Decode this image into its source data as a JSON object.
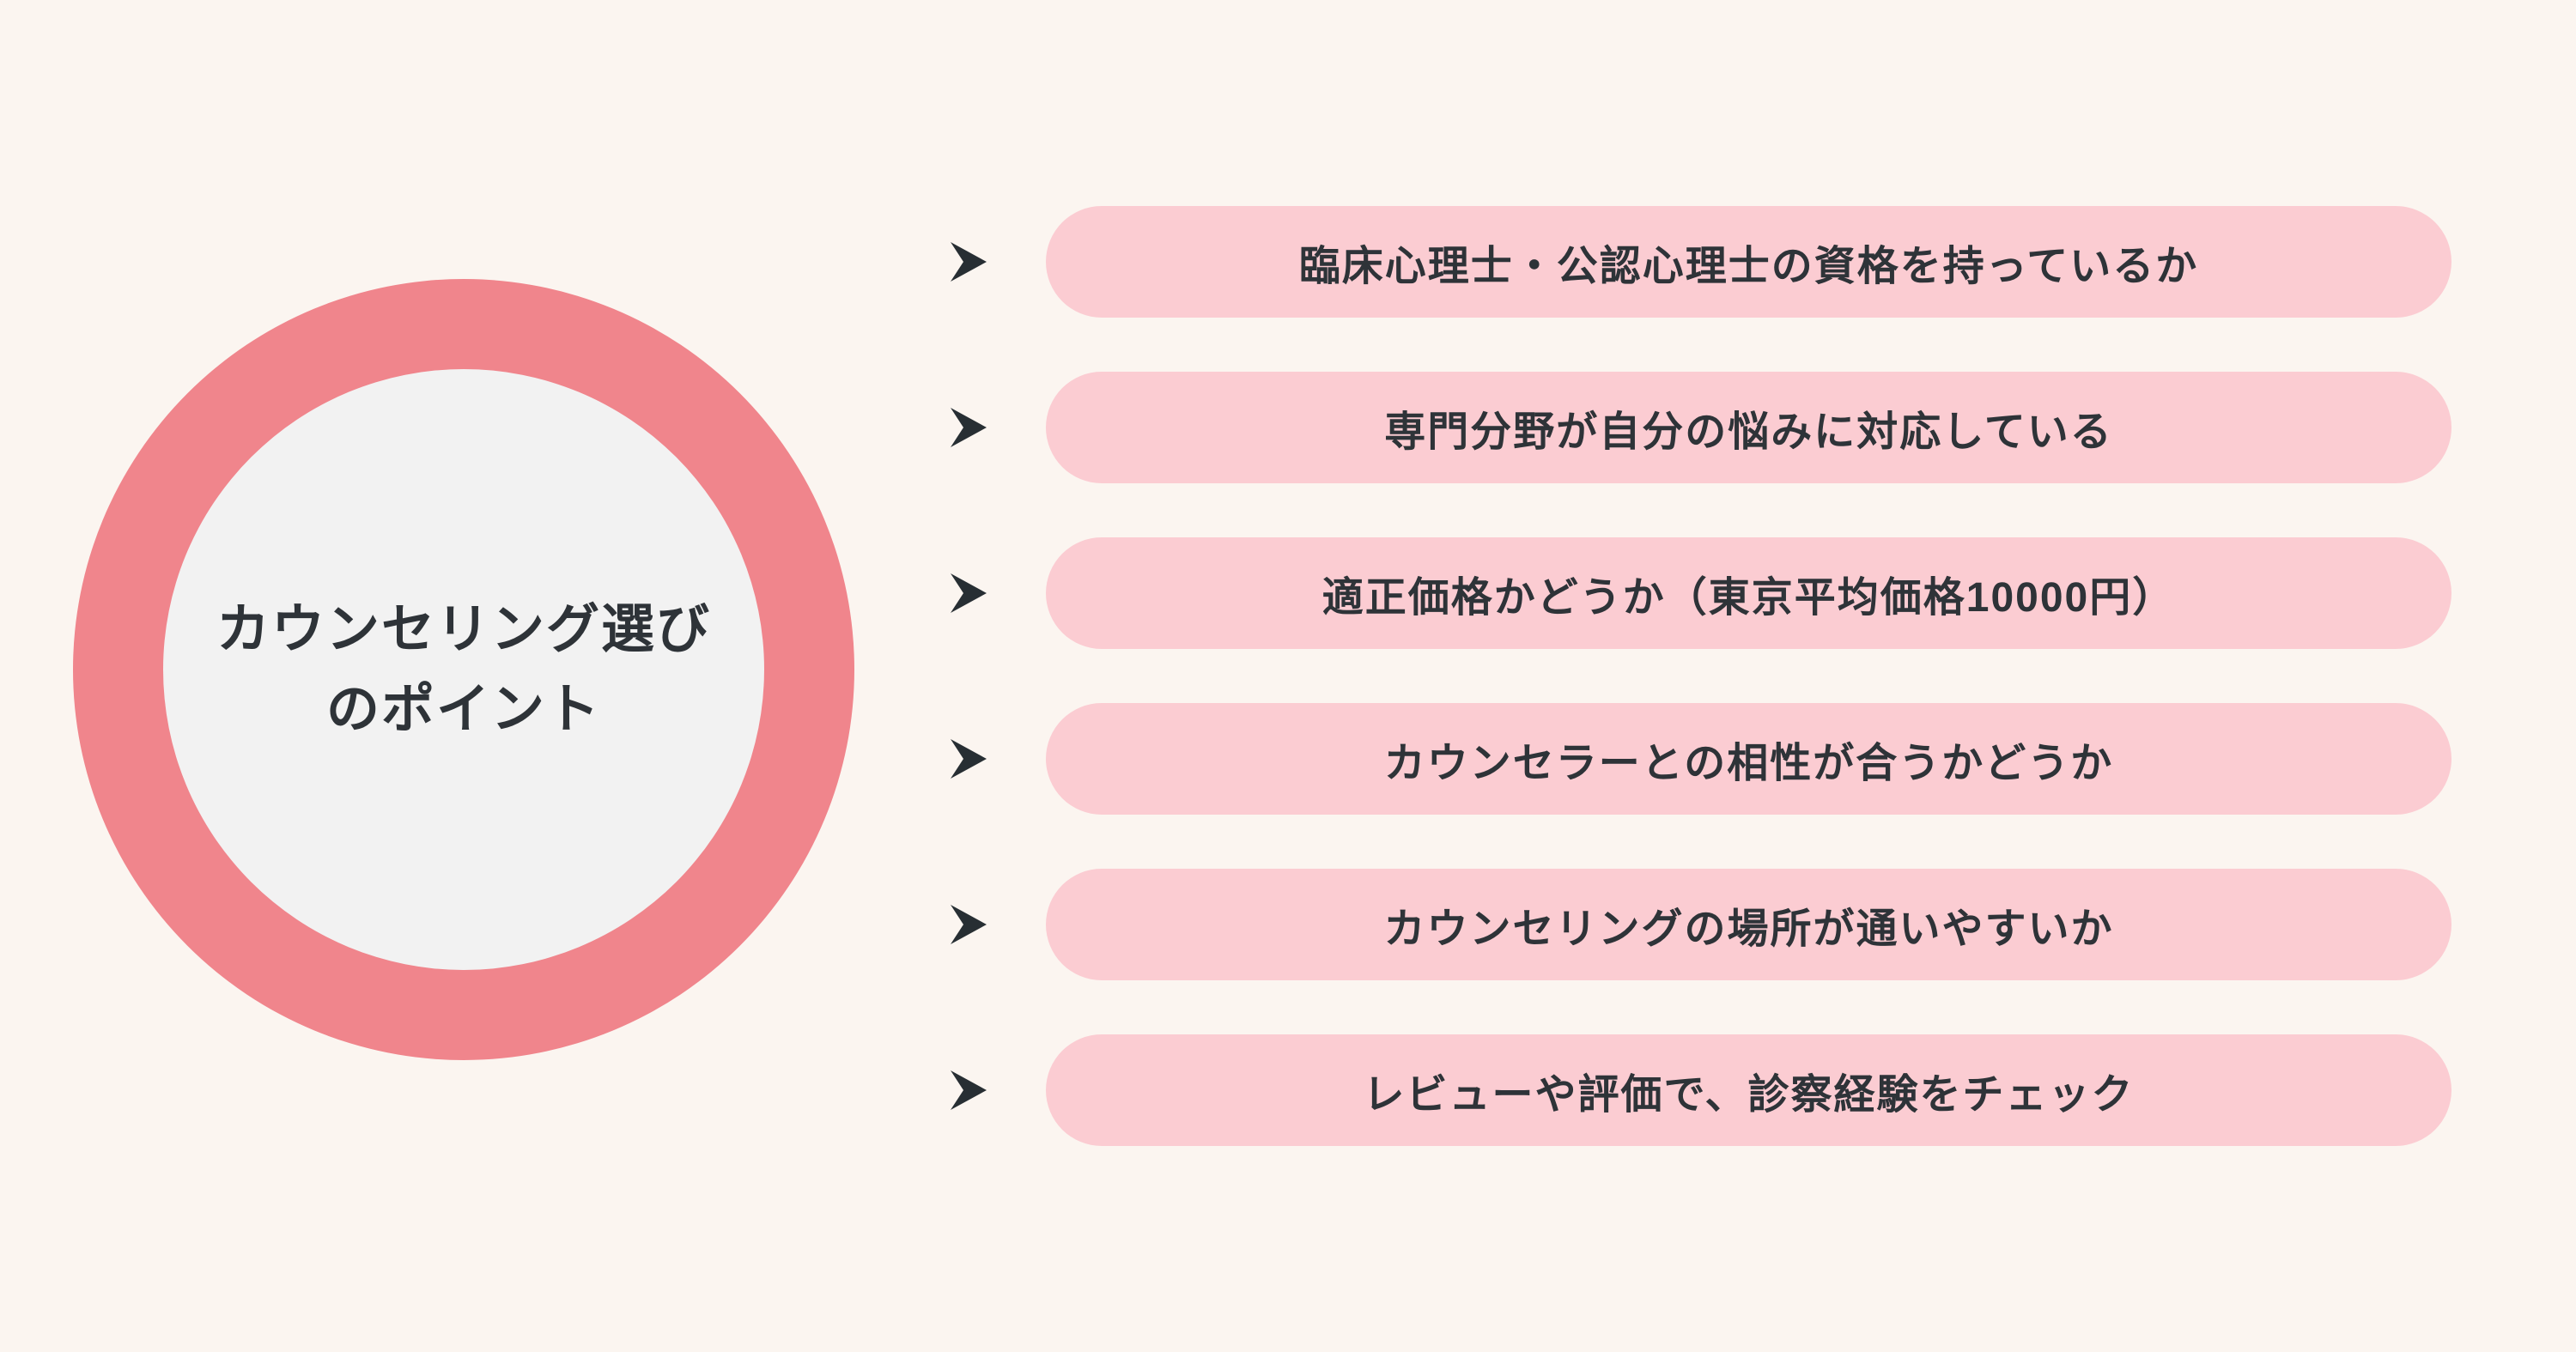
{
  "colors": {
    "bg": "#FBF5F0",
    "ring": "#F0858C",
    "disc": "#F2F2F2",
    "bar": "#FBCCD2",
    "ink": "#2E3338",
    "arrow": "#272E33"
  },
  "circle": {
    "title_line1": "カウンセリング選び",
    "title_line2": "のポイント"
  },
  "points": [
    {
      "label": "臨床心理士・公認心理士の資格を持っているか"
    },
    {
      "label": "専門分野が自分の悩みに対応している"
    },
    {
      "label": "適正価格かどうか（東京平均価格10000円）"
    },
    {
      "label": "カウンセラーとの相性が合うかどうか"
    },
    {
      "label": "カウンセリングの場所が通いやすいか"
    },
    {
      "label": "レビューや評価で、診察経験をチェック"
    }
  ]
}
